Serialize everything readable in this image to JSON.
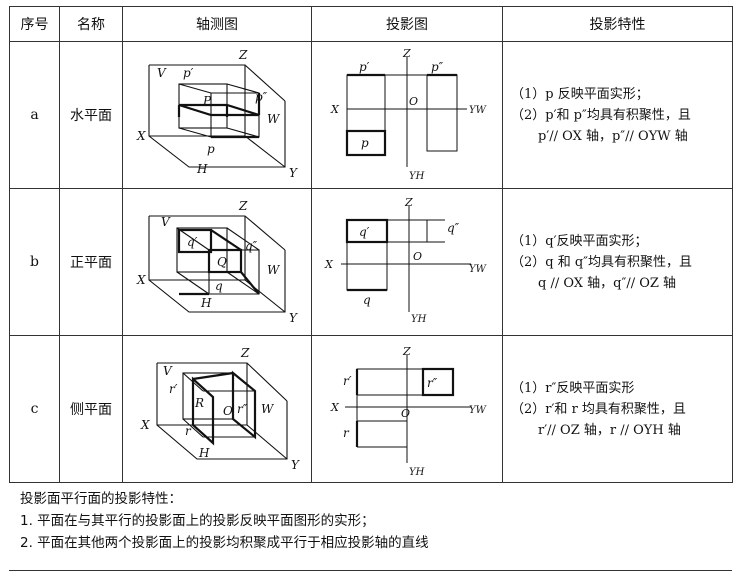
{
  "headers": [
    "序号",
    "名称",
    "轴测图",
    "投影图",
    "投影特性"
  ],
  "rows": [
    {
      "idx": "a",
      "name": "水平面",
      "props": [
        "（1）p 反映平面实形；",
        "（2）p′和 p″均具有积聚性，且",
        "p′// OX 轴，p″// OYW 轴"
      ],
      "axo": {
        "V": "V",
        "Z": "Z",
        "X": "X",
        "Y": "Y",
        "H": "H",
        "W": "W",
        "v": "p′",
        "w": "p″",
        "h": "p",
        "plane": "P"
      },
      "proj": {
        "Z": "Z",
        "X": "X",
        "O": "O",
        "YW": "YW",
        "YH": "YH",
        "v": "p′",
        "w": "p″",
        "h": "p"
      }
    },
    {
      "idx": "b",
      "name": "正平面",
      "props": [
        "（1）q′反映平面实形；",
        "（2）q 和 q″均具有积聚性，且",
        "q // OX 轴，q″// OZ 轴"
      ],
      "axo": {
        "V": "V",
        "Z": "Z",
        "X": "X",
        "Y": "Y",
        "H": "H",
        "W": "W",
        "v": "q′",
        "w": "q″",
        "h": "q",
        "plane": "Q"
      },
      "proj": {
        "Z": "Z",
        "X": "X",
        "O": "O",
        "YW": "YW",
        "YH": "YH",
        "v": "q′",
        "w": "q″",
        "h": "q"
      }
    },
    {
      "idx": "c",
      "name": "侧平面",
      "props": [
        "（1）r″反映平面实形",
        "（2）r′和 r 均具有积聚性，且",
        "r′// OZ 轴，r // OYH 轴"
      ],
      "axo": {
        "V": "V",
        "Z": "Z",
        "X": "X",
        "Y": "Y",
        "H": "H",
        "W": "W",
        "v": "r′",
        "w": "r″",
        "h": "r",
        "plane": "R",
        "origin": "O"
      },
      "proj": {
        "Z": "Z",
        "X": "X",
        "O": "O",
        "YW": "YW",
        "YH": "YH",
        "v": "r′",
        "w": "r″",
        "h": "r"
      }
    }
  ],
  "summary": {
    "title": "投影面平行面的投影特性：",
    "line1": "1. 平面在与其平行的投影面上的投影反映平面图形的实形；",
    "line2": "2. 平面在其他两个投影面上的投影均积聚成平行于相应投影轴的直线"
  }
}
